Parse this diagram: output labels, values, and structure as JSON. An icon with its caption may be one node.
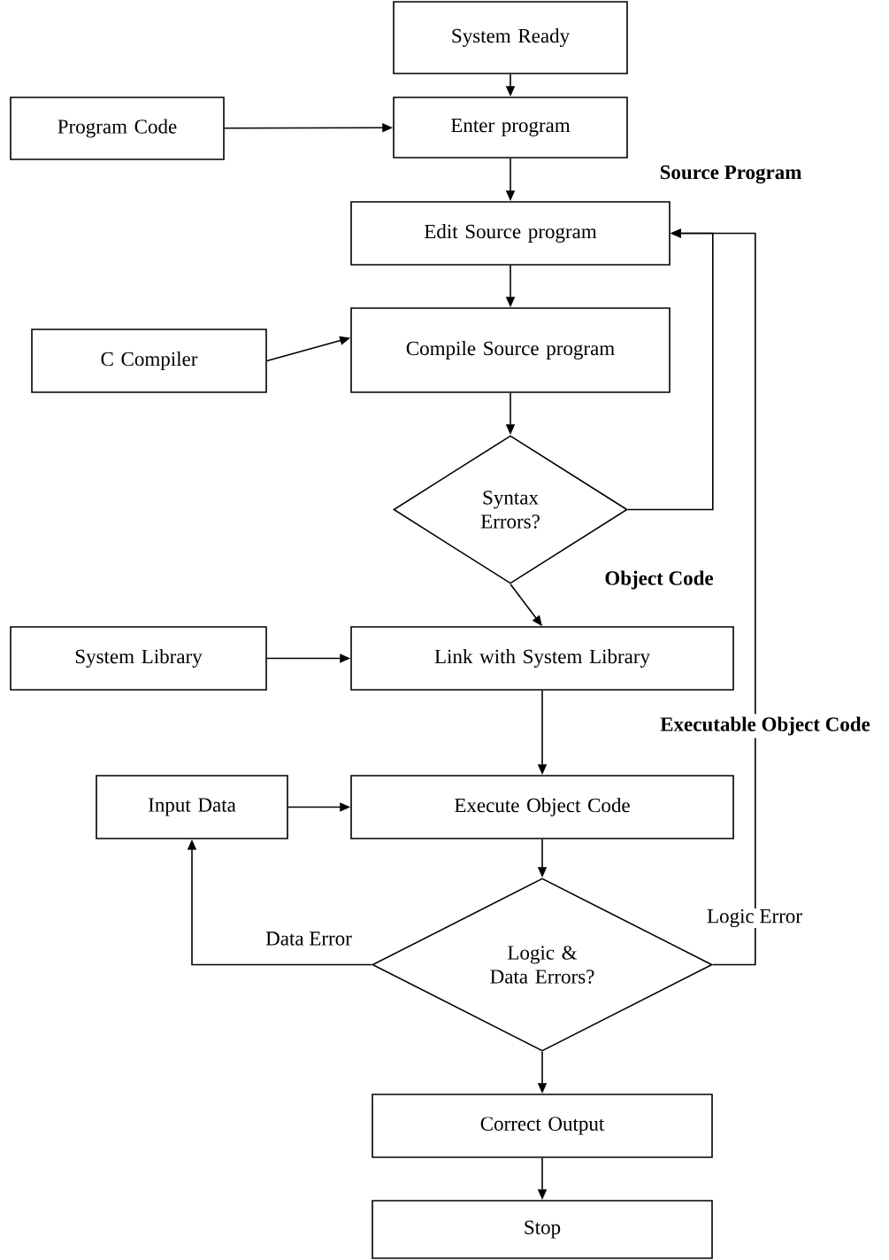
{
  "diagram": {
    "nodes": [
      {
        "text": [
          "System Ready"
        ]
      },
      {
        "text": [
          "Program Code"
        ]
      },
      {
        "text": [
          "Enter program"
        ]
      },
      {
        "text": [
          "Edit Source program"
        ]
      },
      {
        "text": [
          "C Compiler"
        ]
      },
      {
        "text": [
          "Compile Source program"
        ]
      },
      {
        "text": [
          "Syntax Errors?"
        ]
      },
      {
        "text": [
          "System Library"
        ]
      },
      {
        "text": [
          "Link with System Library"
        ]
      },
      {
        "text": [
          "Input Data"
        ]
      },
      {
        "text": [
          "Execute Object Code"
        ]
      },
      {
        "text": [
          "Logic & Data Errors?"
        ]
      },
      {
        "text": [
          "Correct Output"
        ]
      },
      {
        "text": [
          "Stop"
        ]
      }
    ],
    "edges": [
      {
        "from": 0,
        "to": 2,
        "arrow": "to"
      },
      {
        "from": 1,
        "to": 2,
        "arrow": "to"
      },
      {
        "from": 2,
        "to": 3,
        "arrow": "to"
      },
      {
        "from": 3,
        "to": 5,
        "arrow": "to"
      },
      {
        "from": 4,
        "to": 5,
        "arrow": "to"
      },
      {
        "from": 5,
        "to": 6,
        "arrow": "to"
      },
      {
        "from": 6,
        "to": 3,
        "arrow": "to"
      },
      {
        "from": 6,
        "to": 8,
        "arrow": "to"
      },
      {
        "from": 7,
        "to": 8,
        "arrow": "to"
      },
      {
        "from": 8,
        "to": 10,
        "arrow": "to"
      },
      {
        "from": 9,
        "to": 10,
        "arrow": "to"
      },
      {
        "from": 10,
        "to": 11,
        "arrow": "to"
      },
      {
        "from": 11,
        "to": 9,
        "arrow": "to",
        "label": "Data Error"
      },
      {
        "from": 11,
        "to": 3,
        "arrow": "to",
        "label": "Logic Error"
      },
      {
        "from": 11,
        "to": 12,
        "arrow": "to"
      },
      {
        "from": 12,
        "to": 13,
        "arrow": "to"
      }
    ],
    "labels": [
      "Source Program",
      "Object Code",
      "Executable Object Code"
    ]
  }
}
